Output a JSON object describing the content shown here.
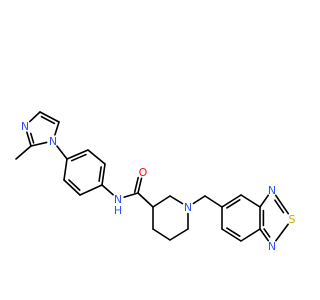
{
  "colors": {
    "carbon": "#000000",
    "N": "#3050F8",
    "O": "#FF0D0D",
    "S": "#C8A800",
    "background": "#FFFFFF"
  },
  "atoms": [
    {
      "id": "me",
      "el": "C"
    },
    {
      "id": "iC2",
      "el": "C"
    },
    {
      "id": "iN3",
      "el": "N",
      "label": "N"
    },
    {
      "id": "iC4",
      "el": "C"
    },
    {
      "id": "iC5",
      "el": "C"
    },
    {
      "id": "iN1",
      "el": "N",
      "label": "N"
    },
    {
      "id": "pA",
      "el": "C"
    },
    {
      "id": "pB",
      "el": "C"
    },
    {
      "id": "pC",
      "el": "C"
    },
    {
      "id": "pD",
      "el": "C"
    },
    {
      "id": "pE",
      "el": "C"
    },
    {
      "id": "pF",
      "el": "C"
    },
    {
      "id": "NH",
      "el": "N",
      "label": "N",
      "sub": "H"
    },
    {
      "id": "Cam",
      "el": "C"
    },
    {
      "id": "O",
      "el": "O",
      "label": "O"
    },
    {
      "id": "r3",
      "el": "C"
    },
    {
      "id": "r2",
      "el": "C"
    },
    {
      "id": "rN",
      "el": "N",
      "label": "N"
    },
    {
      "id": "r6",
      "el": "C"
    },
    {
      "id": "r5",
      "el": "C"
    },
    {
      "id": "r4",
      "el": "C"
    },
    {
      "id": "CH2",
      "el": "C"
    },
    {
      "id": "b5",
      "el": "C"
    },
    {
      "id": "b4",
      "el": "C"
    },
    {
      "id": "b3a",
      "el": "C"
    },
    {
      "id": "b7a",
      "el": "C"
    },
    {
      "id": "b7",
      "el": "C"
    },
    {
      "id": "b6",
      "el": "C"
    },
    {
      "id": "tN1",
      "el": "N",
      "label": "N"
    },
    {
      "id": "tS",
      "el": "S",
      "label": "S"
    },
    {
      "id": "tN3",
      "el": "N",
      "label": "N"
    }
  ],
  "bonds": [
    {
      "a": "me",
      "b": "iC2",
      "order": 1
    },
    {
      "a": "iC2",
      "b": "iN3",
      "order": 2
    },
    {
      "a": "iN3",
      "b": "iC4",
      "order": 1
    },
    {
      "a": "iC4",
      "b": "iC5",
      "order": 2
    },
    {
      "a": "iC5",
      "b": "iN1",
      "order": 1
    },
    {
      "a": "iN1",
      "b": "iC2",
      "order": 1
    },
    {
      "a": "iN1",
      "b": "pA",
      "order": 1
    },
    {
      "a": "pA",
      "b": "pB",
      "order": 2
    },
    {
      "a": "pB",
      "b": "pC",
      "order": 1
    },
    {
      "a": "pC",
      "b": "pD",
      "order": 2
    },
    {
      "a": "pD",
      "b": "pE",
      "order": 1
    },
    {
      "a": "pE",
      "b": "pF",
      "order": 2
    },
    {
      "a": "pF",
      "b": "pA",
      "order": 1
    },
    {
      "a": "pD",
      "b": "NH",
      "order": 1
    },
    {
      "a": "NH",
      "b": "Cam",
      "order": 1
    },
    {
      "a": "Cam",
      "b": "O",
      "order": 2
    },
    {
      "a": "Cam",
      "b": "r3",
      "order": 1
    },
    {
      "a": "r3",
      "b": "r2",
      "order": 1
    },
    {
      "a": "r2",
      "b": "rN",
      "order": 1
    },
    {
      "a": "rN",
      "b": "r6",
      "order": 1
    },
    {
      "a": "r6",
      "b": "r5",
      "order": 1
    },
    {
      "a": "r5",
      "b": "r4",
      "order": 1
    },
    {
      "a": "r4",
      "b": "r3",
      "order": 1
    },
    {
      "a": "rN",
      "b": "CH2",
      "order": 1
    },
    {
      "a": "CH2",
      "b": "b5",
      "order": 1
    },
    {
      "a": "b5",
      "b": "b4",
      "order": 2
    },
    {
      "a": "b4",
      "b": "b3a",
      "order": 1
    },
    {
      "a": "b3a",
      "b": "b7a",
      "order": 2
    },
    {
      "a": "b7a",
      "b": "b7",
      "order": 1
    },
    {
      "a": "b7",
      "b": "b6",
      "order": 2
    },
    {
      "a": "b6",
      "b": "b5",
      "order": 1
    },
    {
      "a": "b3a",
      "b": "tN3",
      "order": 1
    },
    {
      "a": "tN3",
      "b": "tS",
      "order": 2
    },
    {
      "a": "tS",
      "b": "tN1",
      "order": 1
    },
    {
      "a": "tN1",
      "b": "b7a",
      "order": 2
    }
  ]
}
